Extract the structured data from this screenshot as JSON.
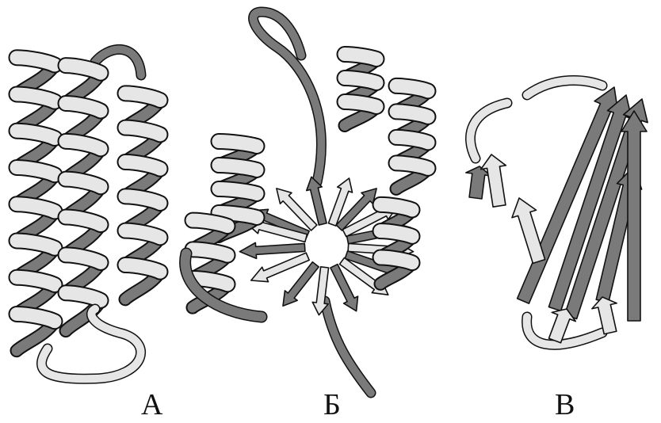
{
  "panels": [
    {
      "id": "a",
      "label": "А",
      "structure": "helix-bundle"
    },
    {
      "id": "b",
      "label": "Б",
      "structure": "alpha-beta-barrel"
    },
    {
      "id": "c",
      "label": "В",
      "structure": "beta-barrel"
    }
  ],
  "colors": {
    "ribbon_light": "#e6e6e6",
    "ribbon_dark": "#7a7a7a",
    "outline": "#111111",
    "background": "#ffffff"
  }
}
